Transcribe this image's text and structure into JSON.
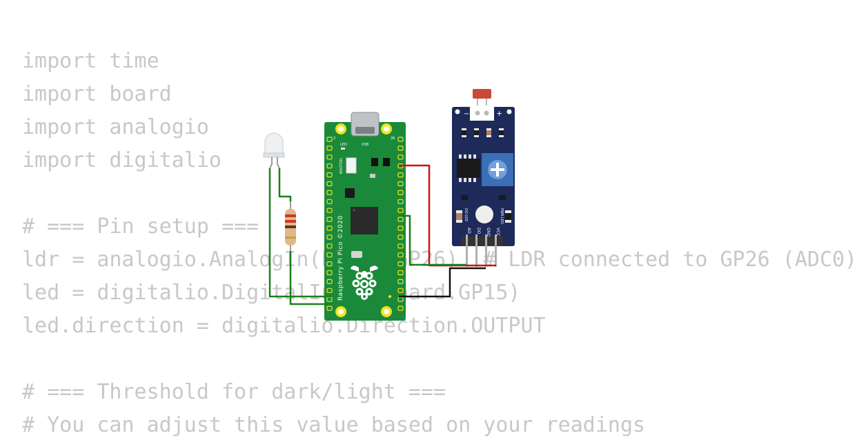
{
  "code_lines": [
    "import time",
    "import board",
    "import analogio",
    "import digitalio",
    "",
    "# === Pin setup ===",
    "ldr = analogio.AnalogIn(board.GP26)  # LDR connected to GP26 (ADC0)",
    "led = digitalio.DigitalInOut(board.GP15)",
    "led.direction = digitalio.Direction.OUTPUT",
    "",
    "# === Threshold for dark/light ===",
    "# You can adjust this value based on your readings"
  ],
  "pico": {
    "usb_label": "USB",
    "led_label": "LED",
    "bootsel_label": "BOOTSEL",
    "pin_left_top": "2",
    "pin_right_top": "39",
    "board_name": "Raspberry Pi Pico ©2020",
    "color": "#1a8a3a"
  },
  "sensor": {
    "minus_label": "−",
    "plus_label": "+",
    "led_do_label": "DO LED",
    "pwr_led_label": "PWR LED",
    "pin_ao": "AO",
    "pin_do": "DO",
    "pin_gnd": "GND",
    "pin_vcc": "VCC",
    "color": "#1d2a5a"
  },
  "wires": {
    "vcc_color": "#d01010",
    "gnd_color": "#111111",
    "signal_color": "#1b7f1b"
  }
}
